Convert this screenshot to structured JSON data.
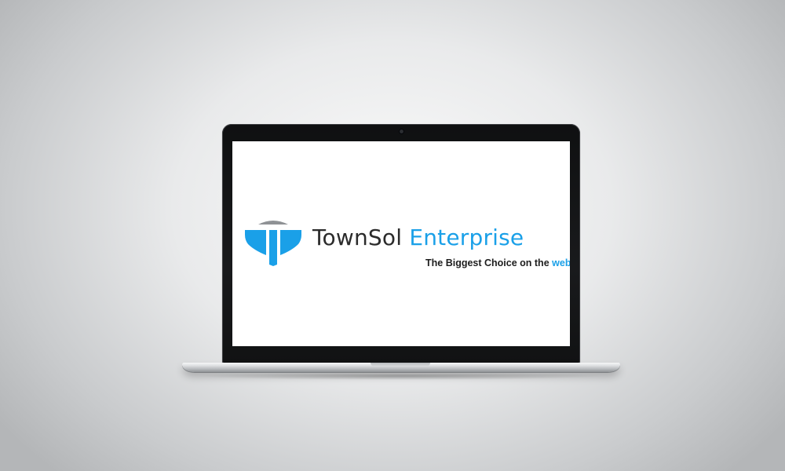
{
  "brand": {
    "name_part1": "TownSol",
    "name_part2": "Enterprise",
    "tagline_main": "The Biggest Choice on the",
    "tagline_highlight": "web"
  },
  "colors": {
    "brand_blue": "#1aa0e8",
    "text_dark": "#2b2b2b",
    "logo_gray": "#8f9295"
  },
  "icons": {
    "logo": "townsol-shield-logo",
    "camera": "webcam-dot"
  }
}
